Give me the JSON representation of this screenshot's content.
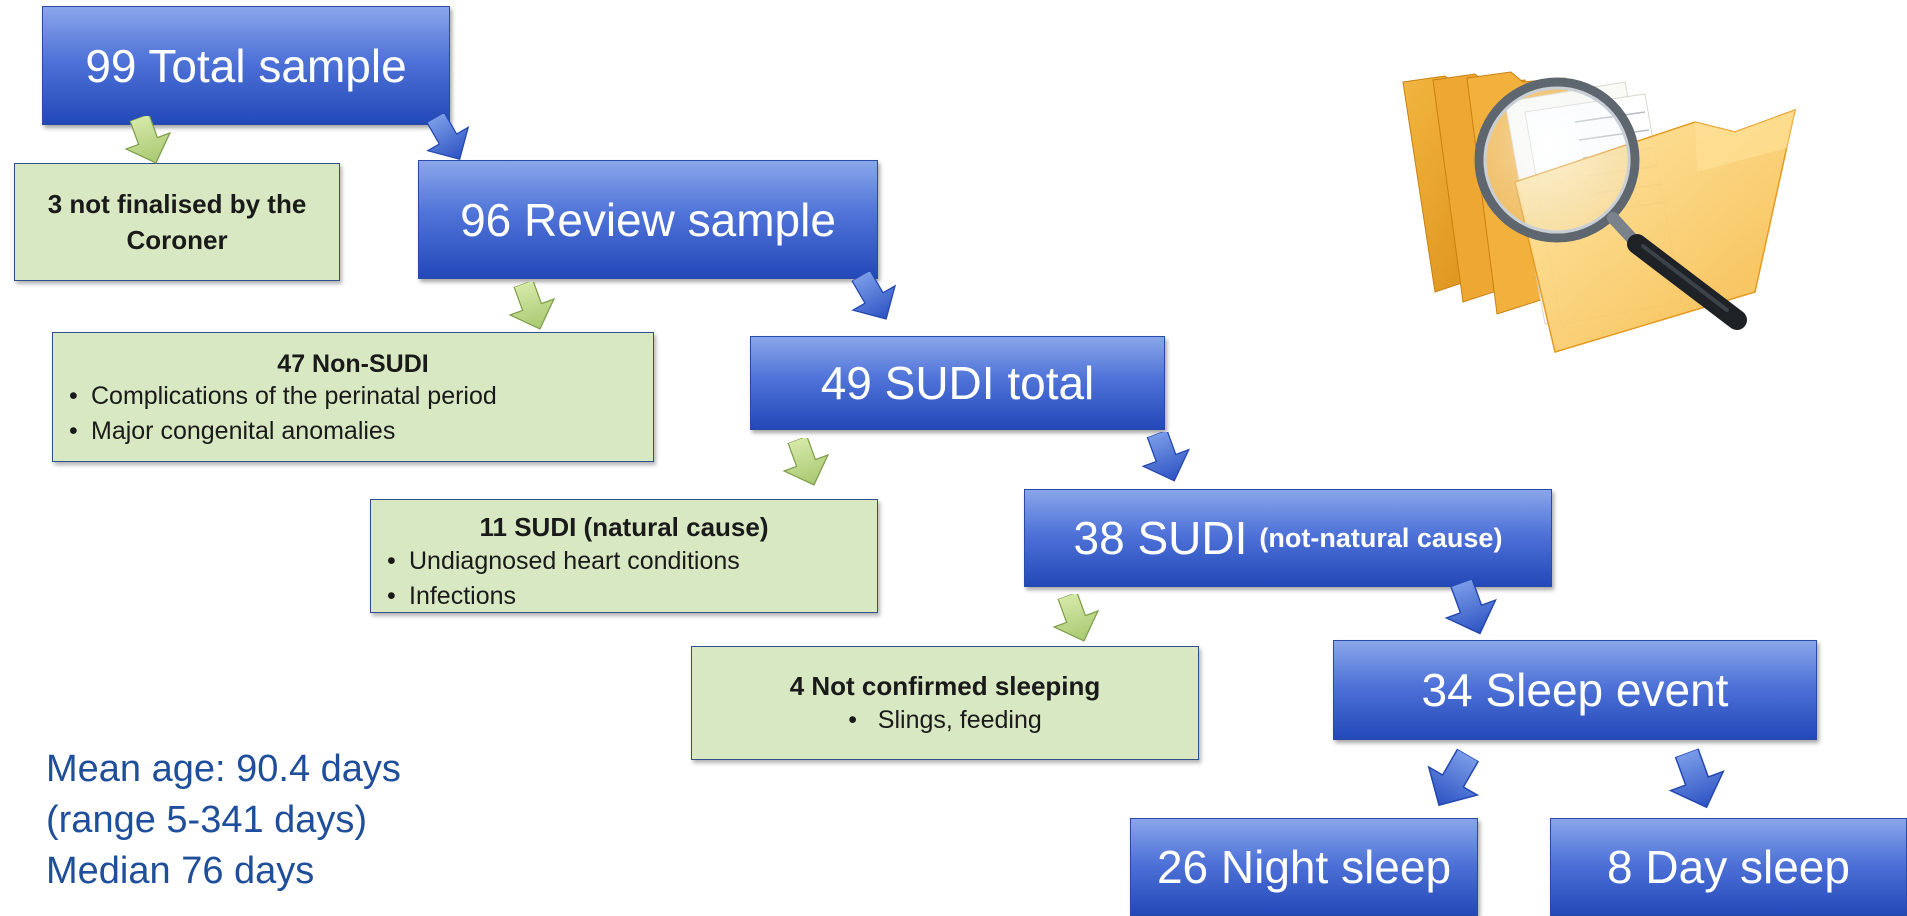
{
  "flow": {
    "total": "99 Total sample",
    "not_finalised": "3 not finalised by the Coroner",
    "review": "96 Review sample",
    "non_sudi": {
      "heading": "47 Non-SUDI",
      "items": [
        "Complications of the perinatal period",
        "Major congenital anomalies"
      ]
    },
    "sudi_total": "49 SUDI total",
    "natural": {
      "heading": "11 SUDI (natural cause)",
      "items": [
        "Undiagnosed heart conditions",
        "Infections"
      ]
    },
    "not_natural": {
      "main": "38 SUDI",
      "qualifier": "(not-natural cause)"
    },
    "not_sleeping": {
      "heading": "4 Not confirmed sleeping",
      "items": [
        "Slings, feeding"
      ]
    },
    "sleep_event": "34 Sleep event",
    "night": "26 Night sleep",
    "day": "8 Day sleep"
  },
  "stats": {
    "mean": "Mean age: 90.4 days",
    "range": "(range 5-341 days)",
    "median": "Median 76 days"
  },
  "colors": {
    "blue_box": "#3f63d0",
    "green_box": "#d8e8c2",
    "green_arrow": "#c3db8a",
    "blue_arrow": "#3d66cf",
    "stats_text": "#1f4e9a"
  },
  "image": {
    "icon": "folder-magnifier-icon"
  }
}
